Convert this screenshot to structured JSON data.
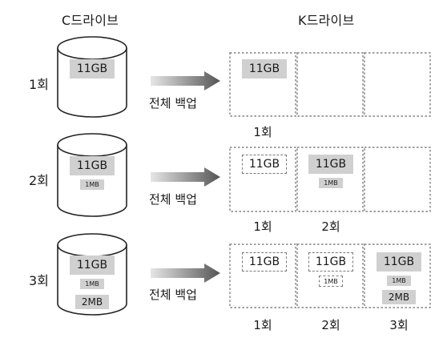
{
  "headers": {
    "c_drive": "C드라이브",
    "k_drive": "K드라이브"
  },
  "rounds": [
    {
      "label": "1회",
      "arrow_label": "전체 백업",
      "c_items": [
        "11GB"
      ],
      "k_items": [
        {
          "slot": 0,
          "items": [
            {
              "text": "11GB",
              "style": "solid"
            }
          ]
        }
      ],
      "k_labels": [
        "1회"
      ]
    },
    {
      "label": "2회",
      "arrow_label": "전체 백업",
      "c_items": [
        "11GB",
        "1MB"
      ],
      "k_items": [
        {
          "slot": 0,
          "items": [
            {
              "text": "11GB",
              "style": "dashed"
            }
          ]
        },
        {
          "slot": 1,
          "items": [
            {
              "text": "11GB",
              "style": "solid"
            },
            {
              "text": "1MB",
              "style": "solid"
            }
          ]
        }
      ],
      "k_labels": [
        "1회",
        "2회"
      ]
    },
    {
      "label": "3회",
      "arrow_label": "전체 백업",
      "c_items": [
        "11GB",
        "1MB",
        "2MB"
      ],
      "k_items": [
        {
          "slot": 0,
          "items": [
            {
              "text": "11GB",
              "style": "dashed"
            }
          ]
        },
        {
          "slot": 1,
          "items": [
            {
              "text": "11GB",
              "style": "dashed"
            },
            {
              "text": "1MB",
              "style": "dashed"
            }
          ]
        },
        {
          "slot": 2,
          "items": [
            {
              "text": "11GB",
              "style": "solid"
            },
            {
              "text": "1MB",
              "style": "solid"
            },
            {
              "text": "2MB",
              "style": "solid"
            }
          ]
        }
      ],
      "k_labels": [
        "1회",
        "2회",
        "3회"
      ]
    }
  ],
  "colors": {
    "cylinder_stroke": "#222222",
    "box_fill": "#d0d0d0",
    "dashed_stroke": "#7a7a7a",
    "arrow_dark": "#555555",
    "arrow_light": "#e6e6e6"
  }
}
